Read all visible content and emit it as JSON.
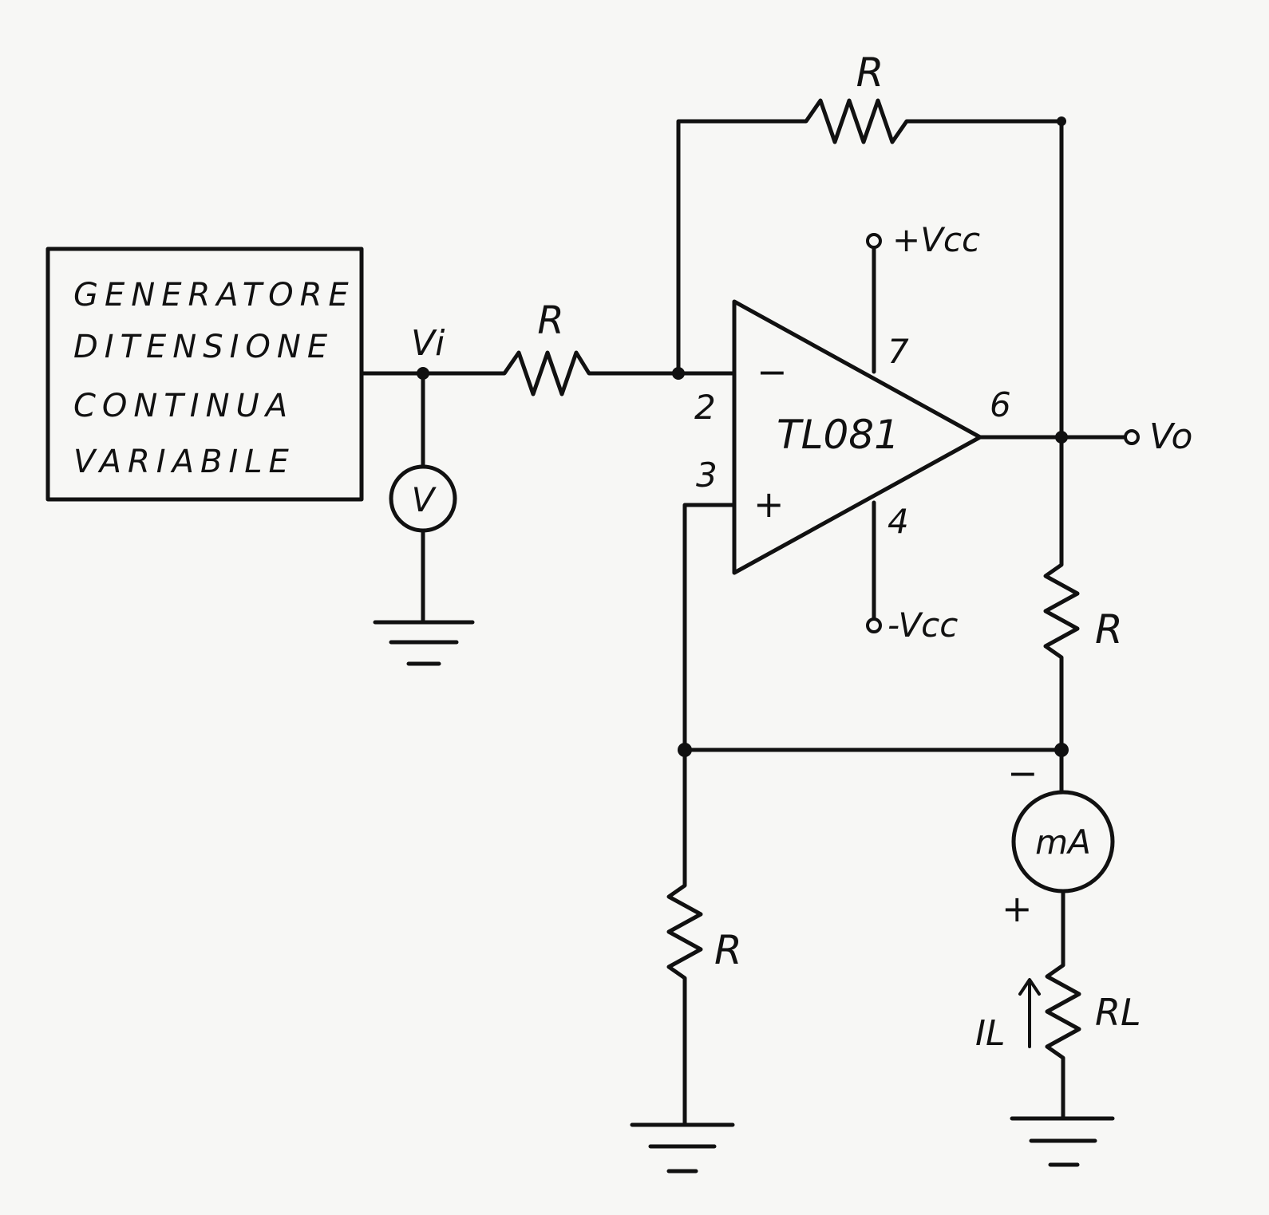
{
  "generator_box": {
    "lines": [
      "GENERATORE",
      "DITENSIONE",
      "CONTINUA",
      "VARIABILE"
    ]
  },
  "labels": {
    "vi": "Vi",
    "vo": "Vo",
    "vcc_pos": "+Vcc",
    "vcc_neg": "-Vcc",
    "opamp_name": "TL081",
    "minus_sign": "−",
    "plus_sign": "+",
    "pin2": "2",
    "pin3": "3",
    "pin4": "4",
    "pin6": "6",
    "pin7": "7",
    "voltmeter": "V",
    "milliammeter": "mA",
    "ma_minus": "−",
    "ma_plus": "+",
    "r_feedback": "R",
    "r_input": "R",
    "r_out_divider": "R",
    "r_ground": "R",
    "r_load": "RL",
    "load_current": "IL"
  }
}
